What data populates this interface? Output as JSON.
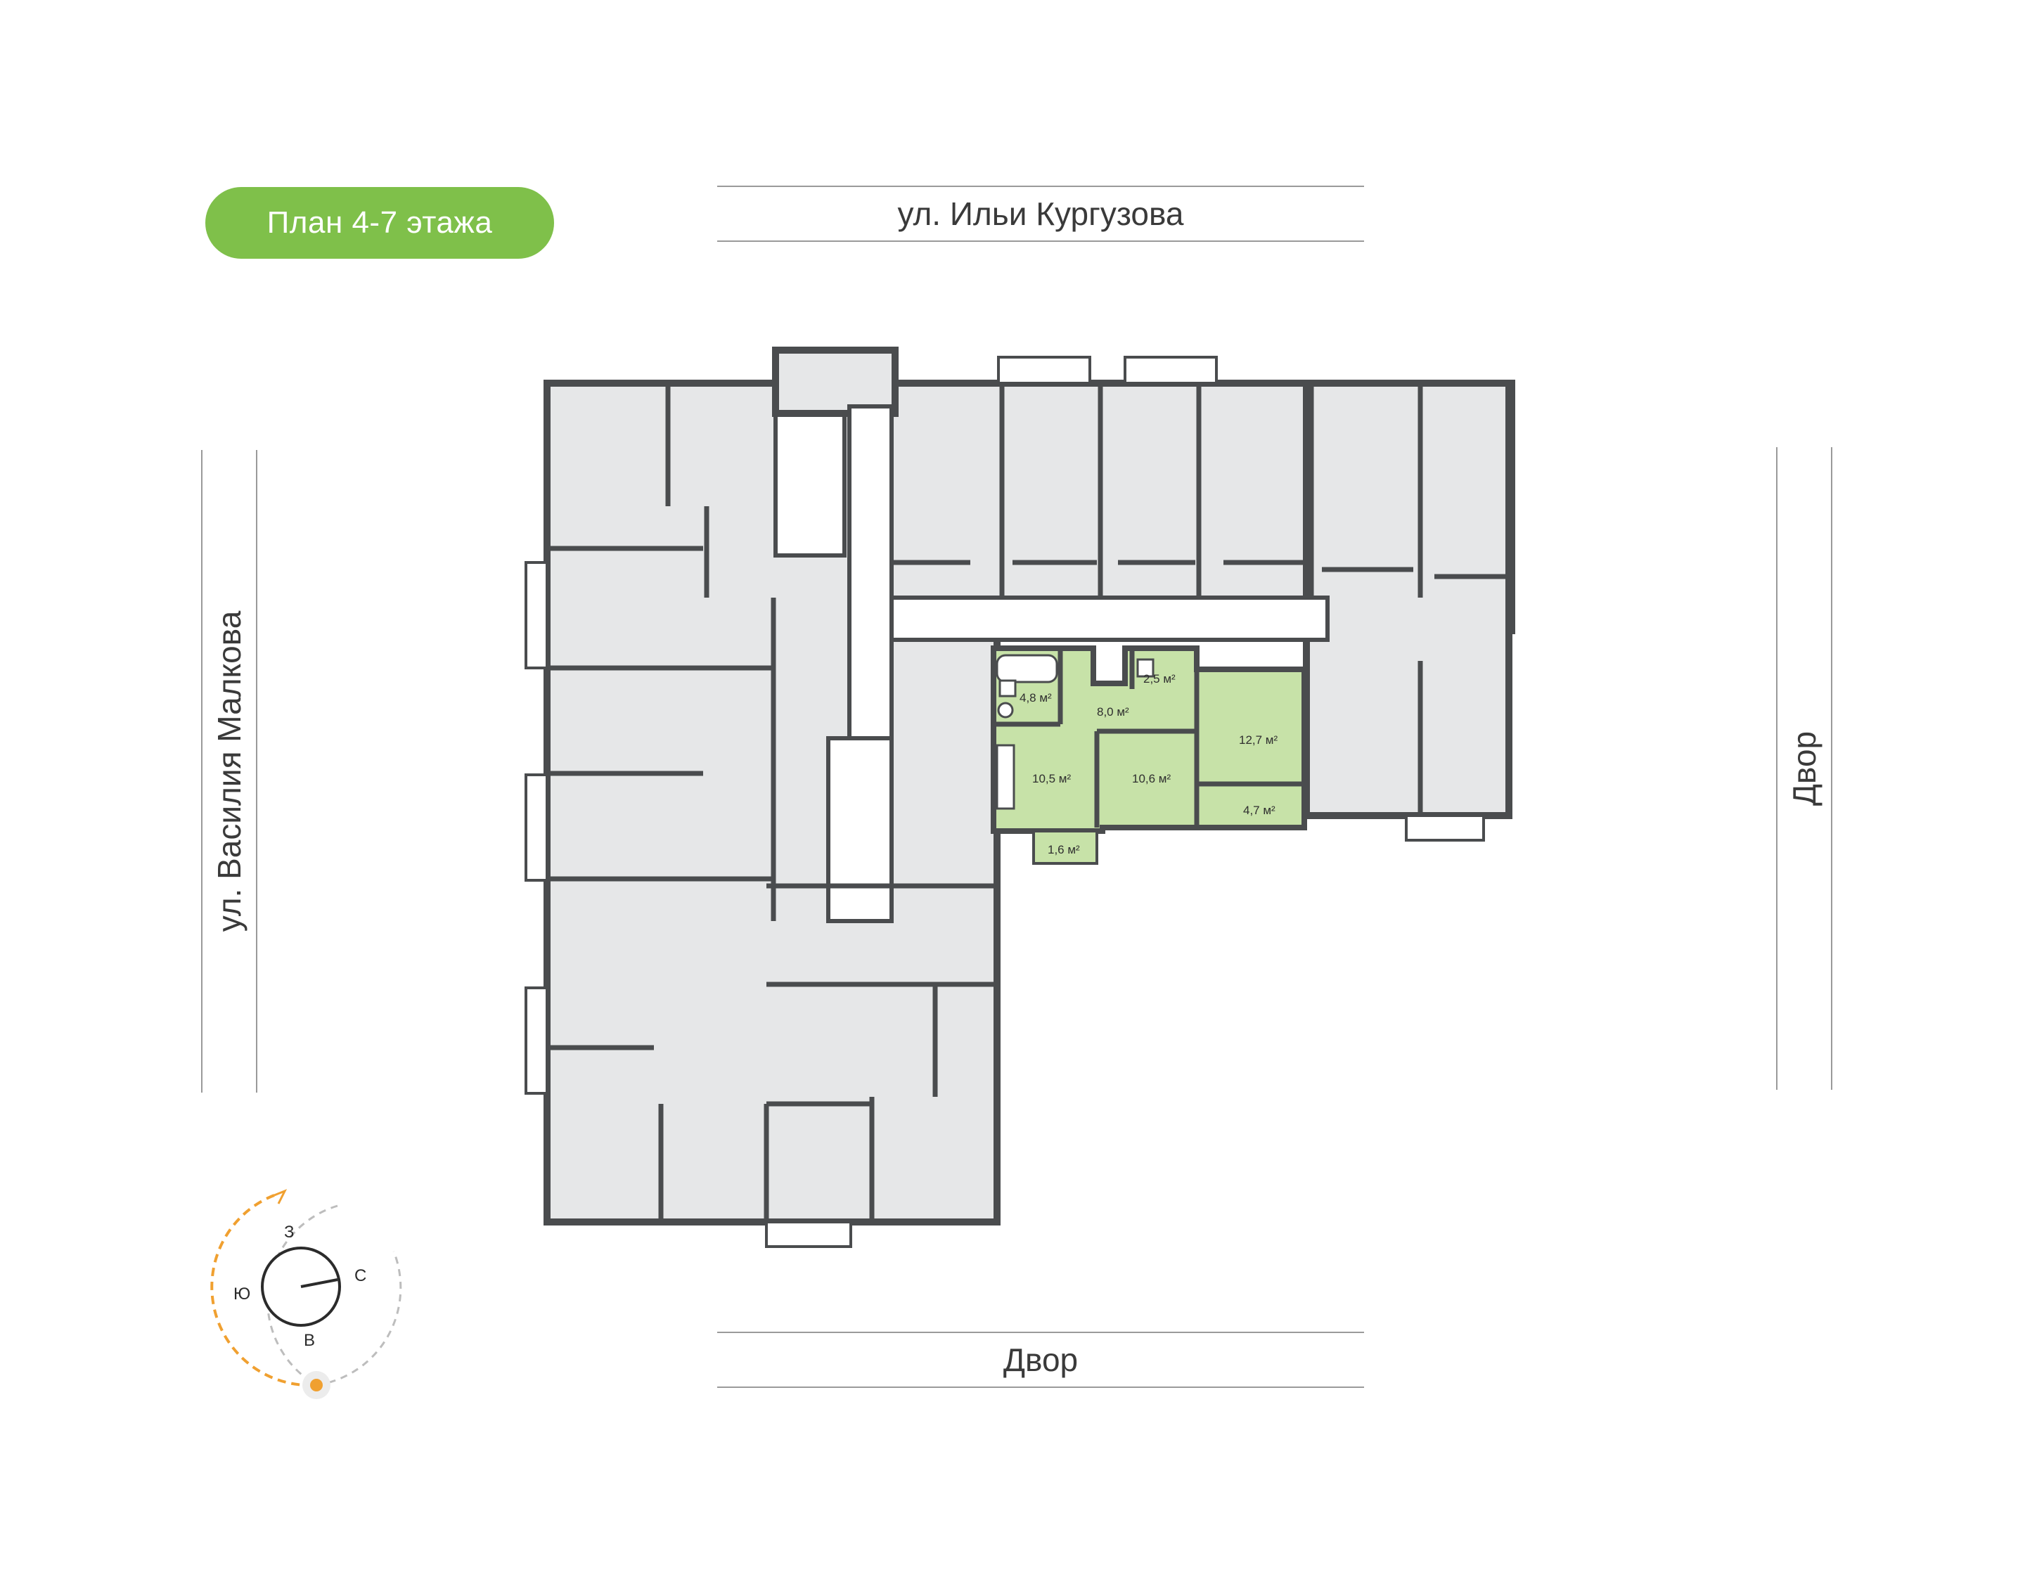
{
  "floor_badge": "План 4-7 этажа",
  "streets": {
    "top": "ул. Ильи Кургузова",
    "left": "ул. Василия Малкова",
    "right": "Двор",
    "bottom": "Двор"
  },
  "apartment_areas": {
    "bathroom": "4,8 м²",
    "hall": "8,0 м²",
    "wc": "2,5 м²",
    "room_large": "12,7 м²",
    "kitchen": "10,5 м²",
    "room": "10,6 м²",
    "loggia_right": "4,7 м²",
    "balcony": "1,6 м²"
  },
  "compass": {
    "west": "З",
    "north": "С",
    "south": "Ю",
    "east": "В",
    "sun_icon": "sun-icon"
  },
  "colors": {
    "badge": "#7fc04a",
    "apartment_highlight": "#c7e2a8",
    "room_fill": "#e6e7e8",
    "wall": "#4a4c4e",
    "sun_path": "#f0a030"
  }
}
